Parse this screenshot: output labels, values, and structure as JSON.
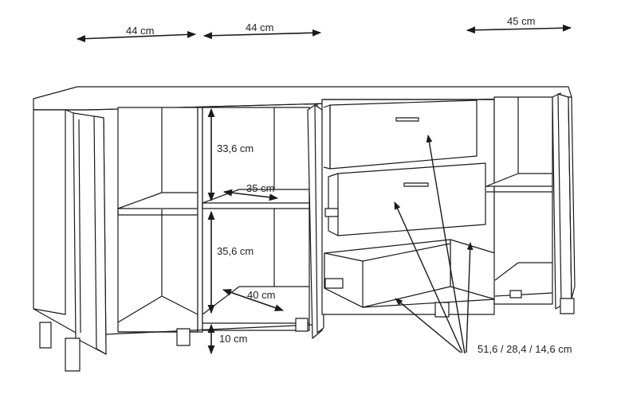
{
  "dimensions": {
    "width_left": "44 cm",
    "width_middle": "44 cm",
    "width_right": "45 cm",
    "shelf_height_upper": "33,6 cm",
    "shelf_depth_upper": "35 cm",
    "shelf_height_lower": "35,6 cm",
    "shelf_depth_lower": "40 cm",
    "leg_height": "10 cm",
    "drawer_dimensions": "51,6 / 28,4 / 14,6 cm"
  },
  "colors": {
    "line": "#1a1a1a",
    "background": "#ffffff",
    "leg": "#3a3a3a"
  }
}
